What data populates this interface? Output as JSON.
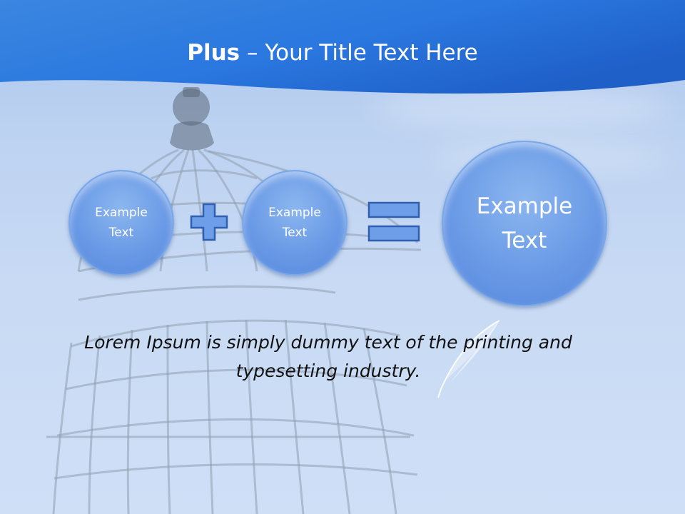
{
  "slide": {
    "title_bold": "Plus",
    "title_rest": " – Your Title Text Here",
    "circles": [
      {
        "line1": "Example",
        "line2": "Text"
      },
      {
        "line1": "Example",
        "line2": "Text"
      },
      {
        "line1": "Example",
        "line2": "Text"
      }
    ],
    "operators": {
      "plus": "plus-sign-icon",
      "equals": "equals-sign-icon"
    },
    "body_text": "Lorem Ipsum is simply dummy text of the printing and typesetting industry."
  },
  "colors": {
    "header_blue": "#1f6fd8",
    "circle_fill": "#6a9ae6",
    "operator_fill": "#6f9ee8",
    "operator_stroke": "#2f5fae"
  }
}
